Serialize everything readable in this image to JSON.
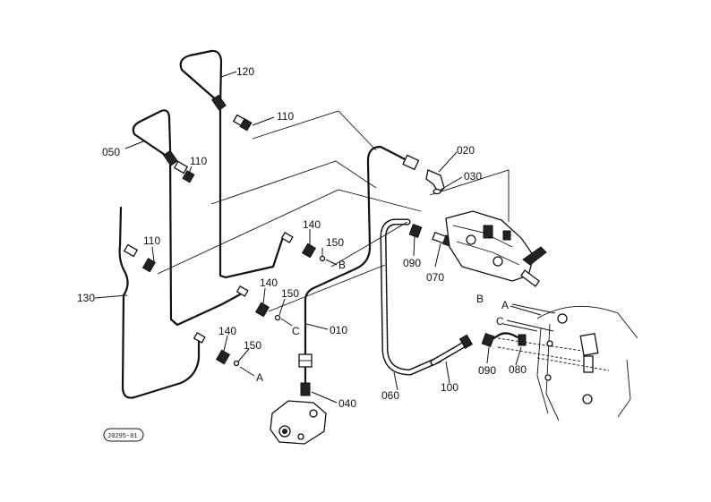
{
  "callouts": {
    "c010": "010",
    "c020": "020",
    "c030": "030",
    "c040": "040",
    "c050": "050",
    "c060": "060",
    "c070": "070",
    "c080": "080",
    "c090a": "090",
    "c090b": "090",
    "c100": "100",
    "c110a": "110",
    "c110b": "110",
    "c110c": "110",
    "c120": "120",
    "c130": "130",
    "c140a": "140",
    "c140b": "140",
    "c140c": "140",
    "c150a": "150",
    "c150b": "150",
    "c150c": "150"
  },
  "connection_markers": {
    "a_left": "A",
    "b_left": "B",
    "c_left": "C",
    "a_right": "A",
    "b_right": "B",
    "c_right": "C"
  },
  "drawing_ref": "J0295-01"
}
